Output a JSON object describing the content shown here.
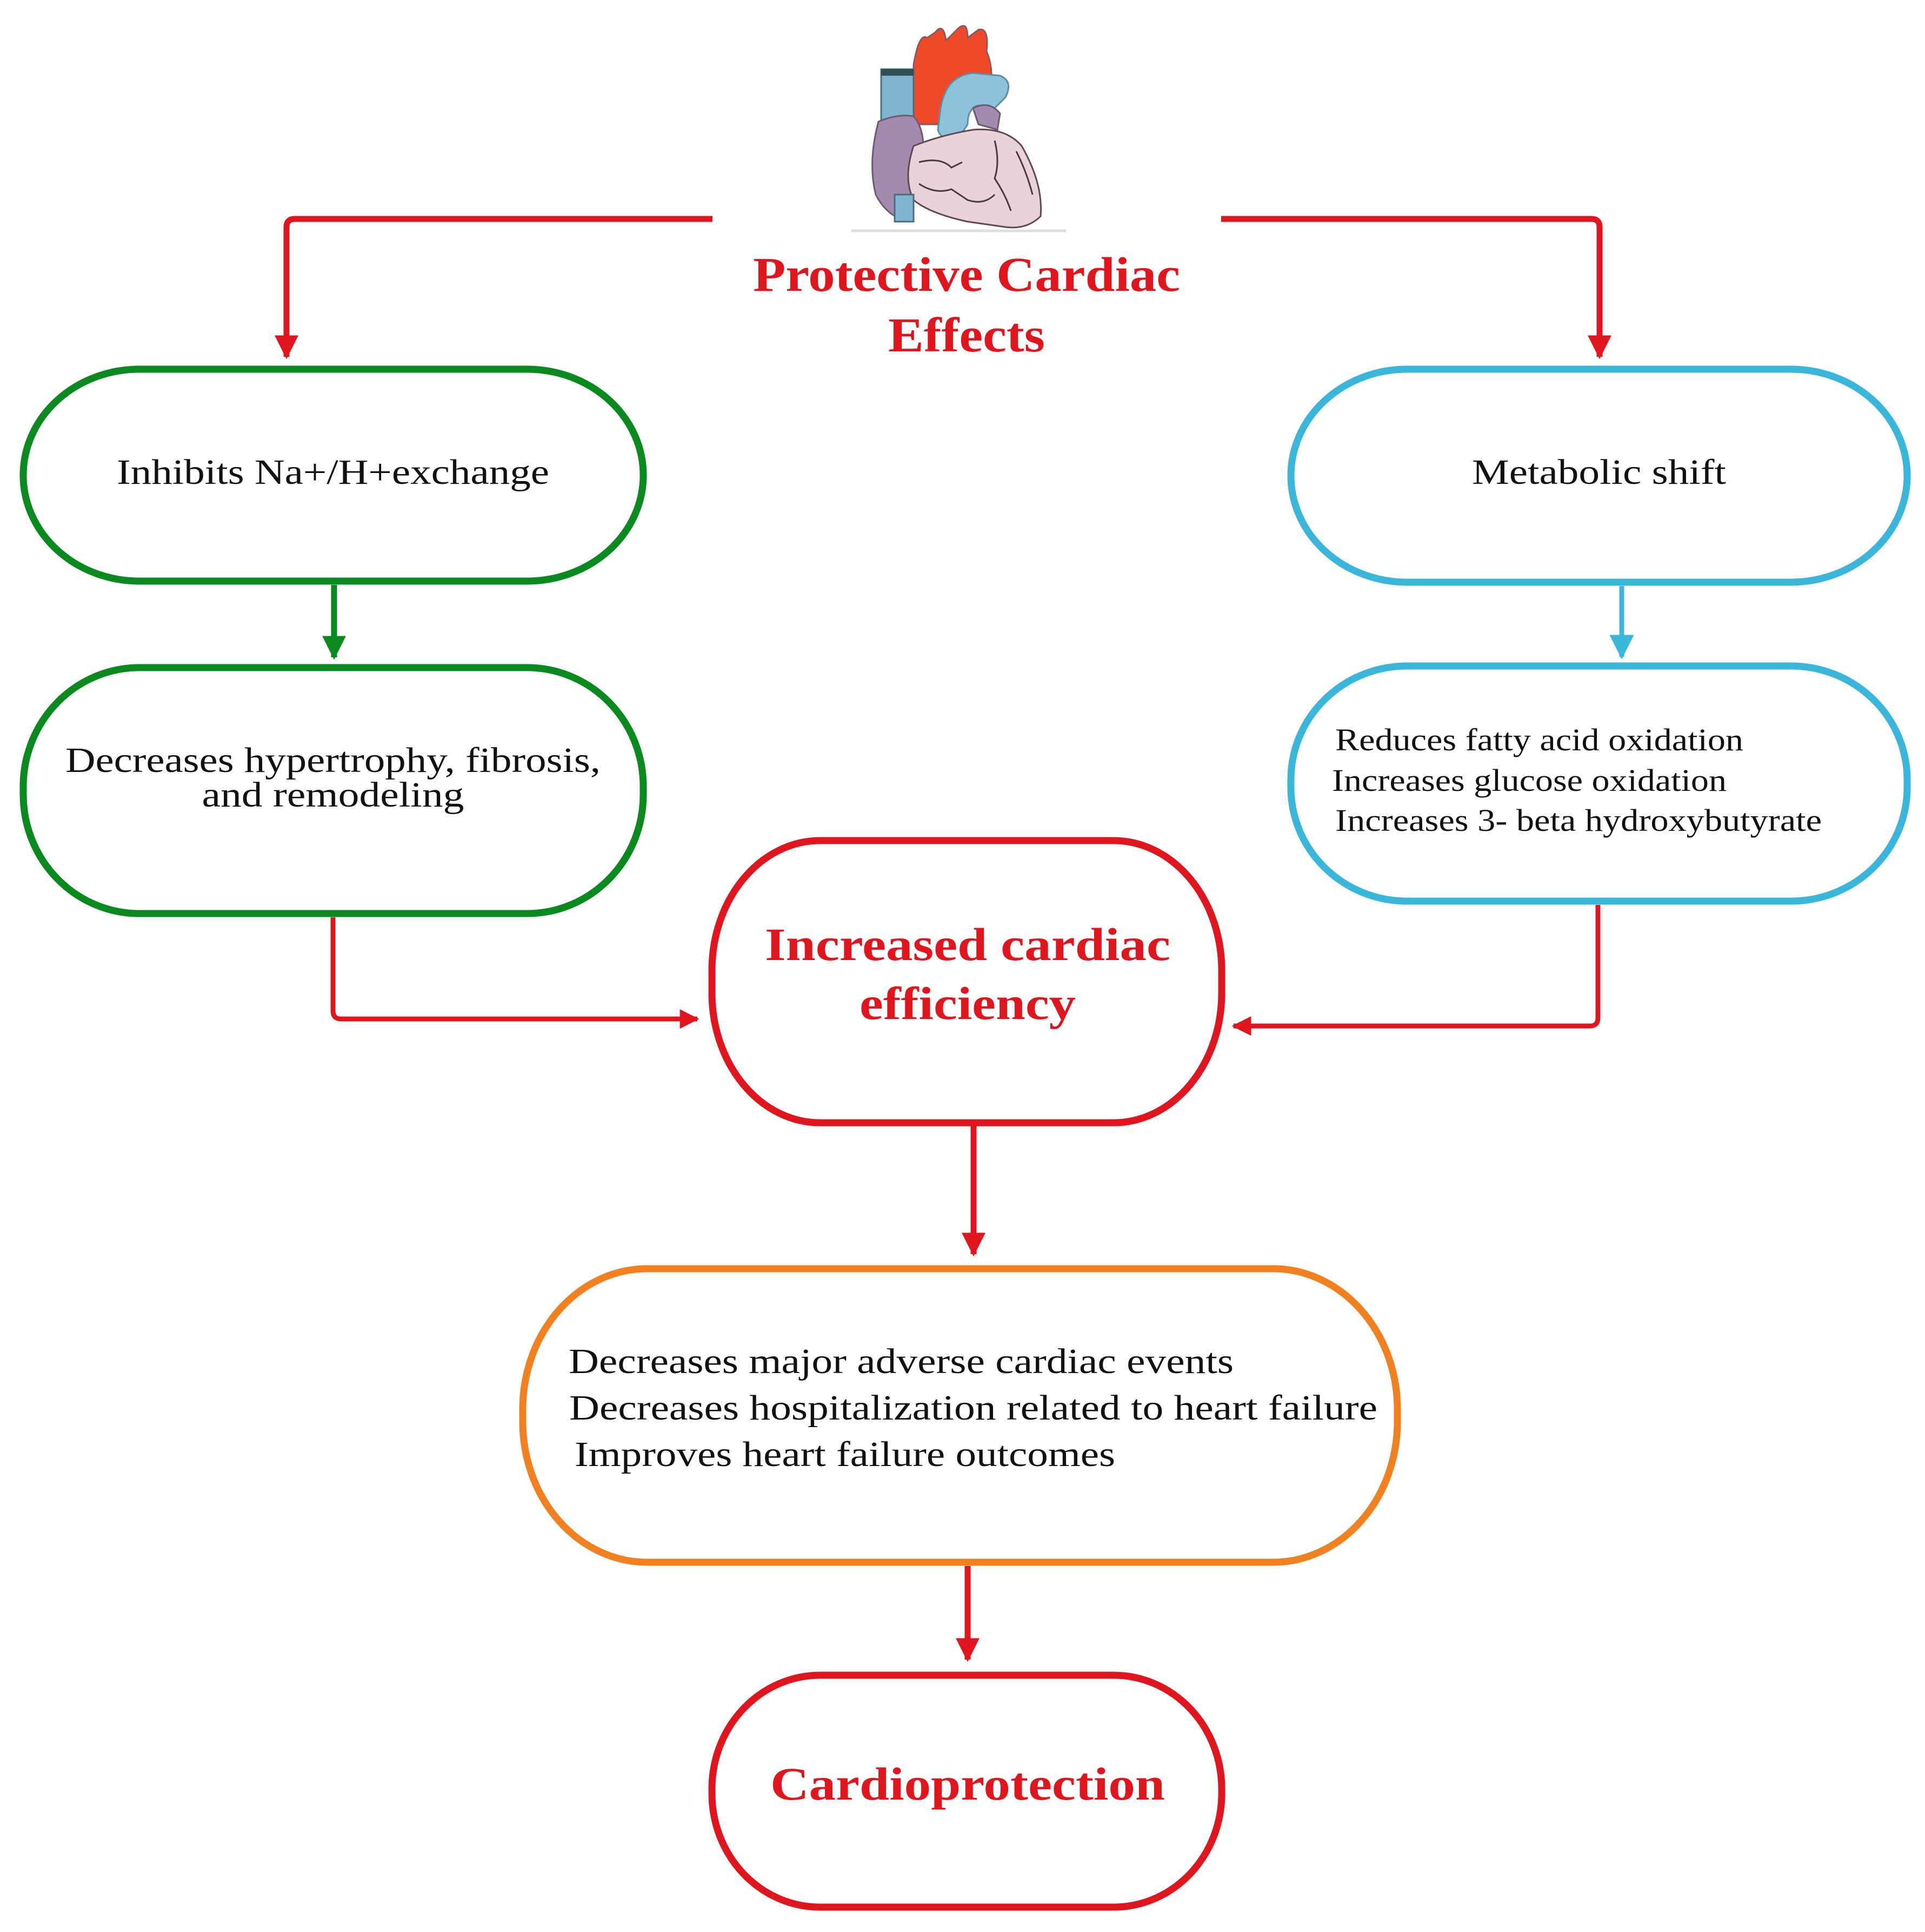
{
  "title": {
    "lines": [
      "Protective Cardiac",
      "Effects"
    ]
  },
  "colors": {
    "red": "#E0161E",
    "green": "#0A8A1E",
    "blue": "#3BB6DB",
    "orange": "#F08020",
    "text": "#111111"
  },
  "illustration": {
    "icon": "heart-anatomy-icon"
  },
  "nodes": {
    "na_h_exchange": {
      "lines": [
        "Inhibits Na+/H+exchange"
      ]
    },
    "remodeling": {
      "lines": [
        "Decreases hypertrophy, fibrosis,",
        "and remodeling"
      ]
    },
    "metabolic_shift": {
      "lines": [
        "Metabolic shift"
      ]
    },
    "metabolic_effects": {
      "lines": [
        "Reduces fatty acid oxidation",
        "Increases glucose oxidation",
        "Increases 3- beta hydroxybutyrate"
      ]
    },
    "cardiac_efficiency": {
      "lines": [
        "Increased cardiac",
        "efficiency"
      ]
    },
    "outcomes": {
      "lines": [
        "Decreases major adverse cardiac events",
        "Decreases hospitalization related to heart failure",
        "Improves heart failure outcomes"
      ]
    },
    "cardioprotection": {
      "lines": [
        "Cardioprotection"
      ]
    }
  }
}
